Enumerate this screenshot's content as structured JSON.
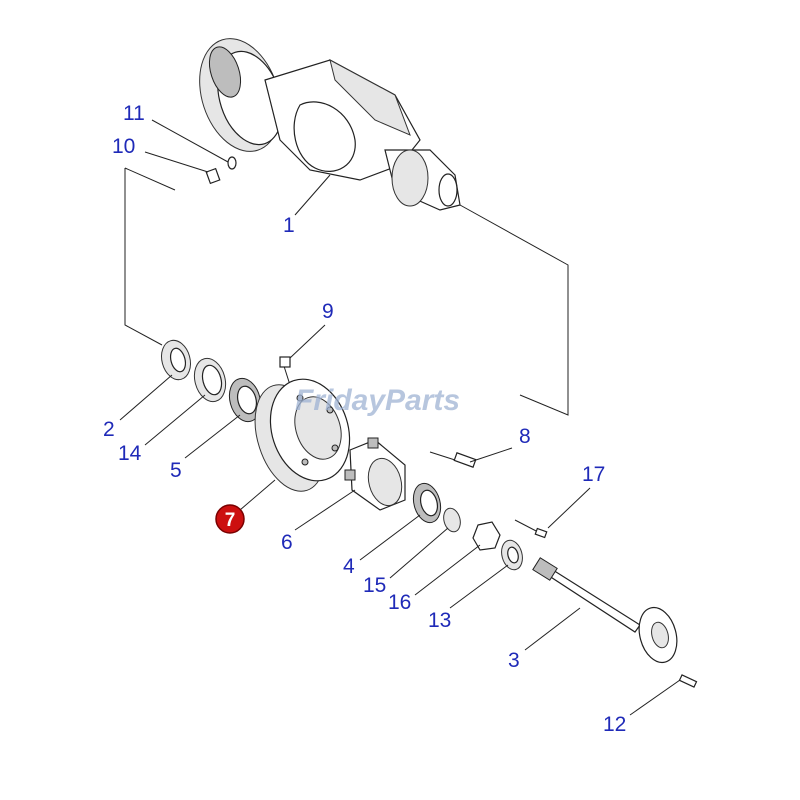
{
  "watermark": "FridayParts",
  "highlight_color": "#cc1010",
  "label_color": "#1f2ab8",
  "callouts": {
    "c1": "1",
    "c2": "2",
    "c3": "3",
    "c4": "4",
    "c5": "5",
    "c6": "6",
    "c7": "7",
    "c8": "8",
    "c9": "9",
    "c10": "10",
    "c11": "11",
    "c12": "12",
    "c13": "13",
    "c14": "14",
    "c15": "15",
    "c16": "16",
    "c17": "17"
  }
}
